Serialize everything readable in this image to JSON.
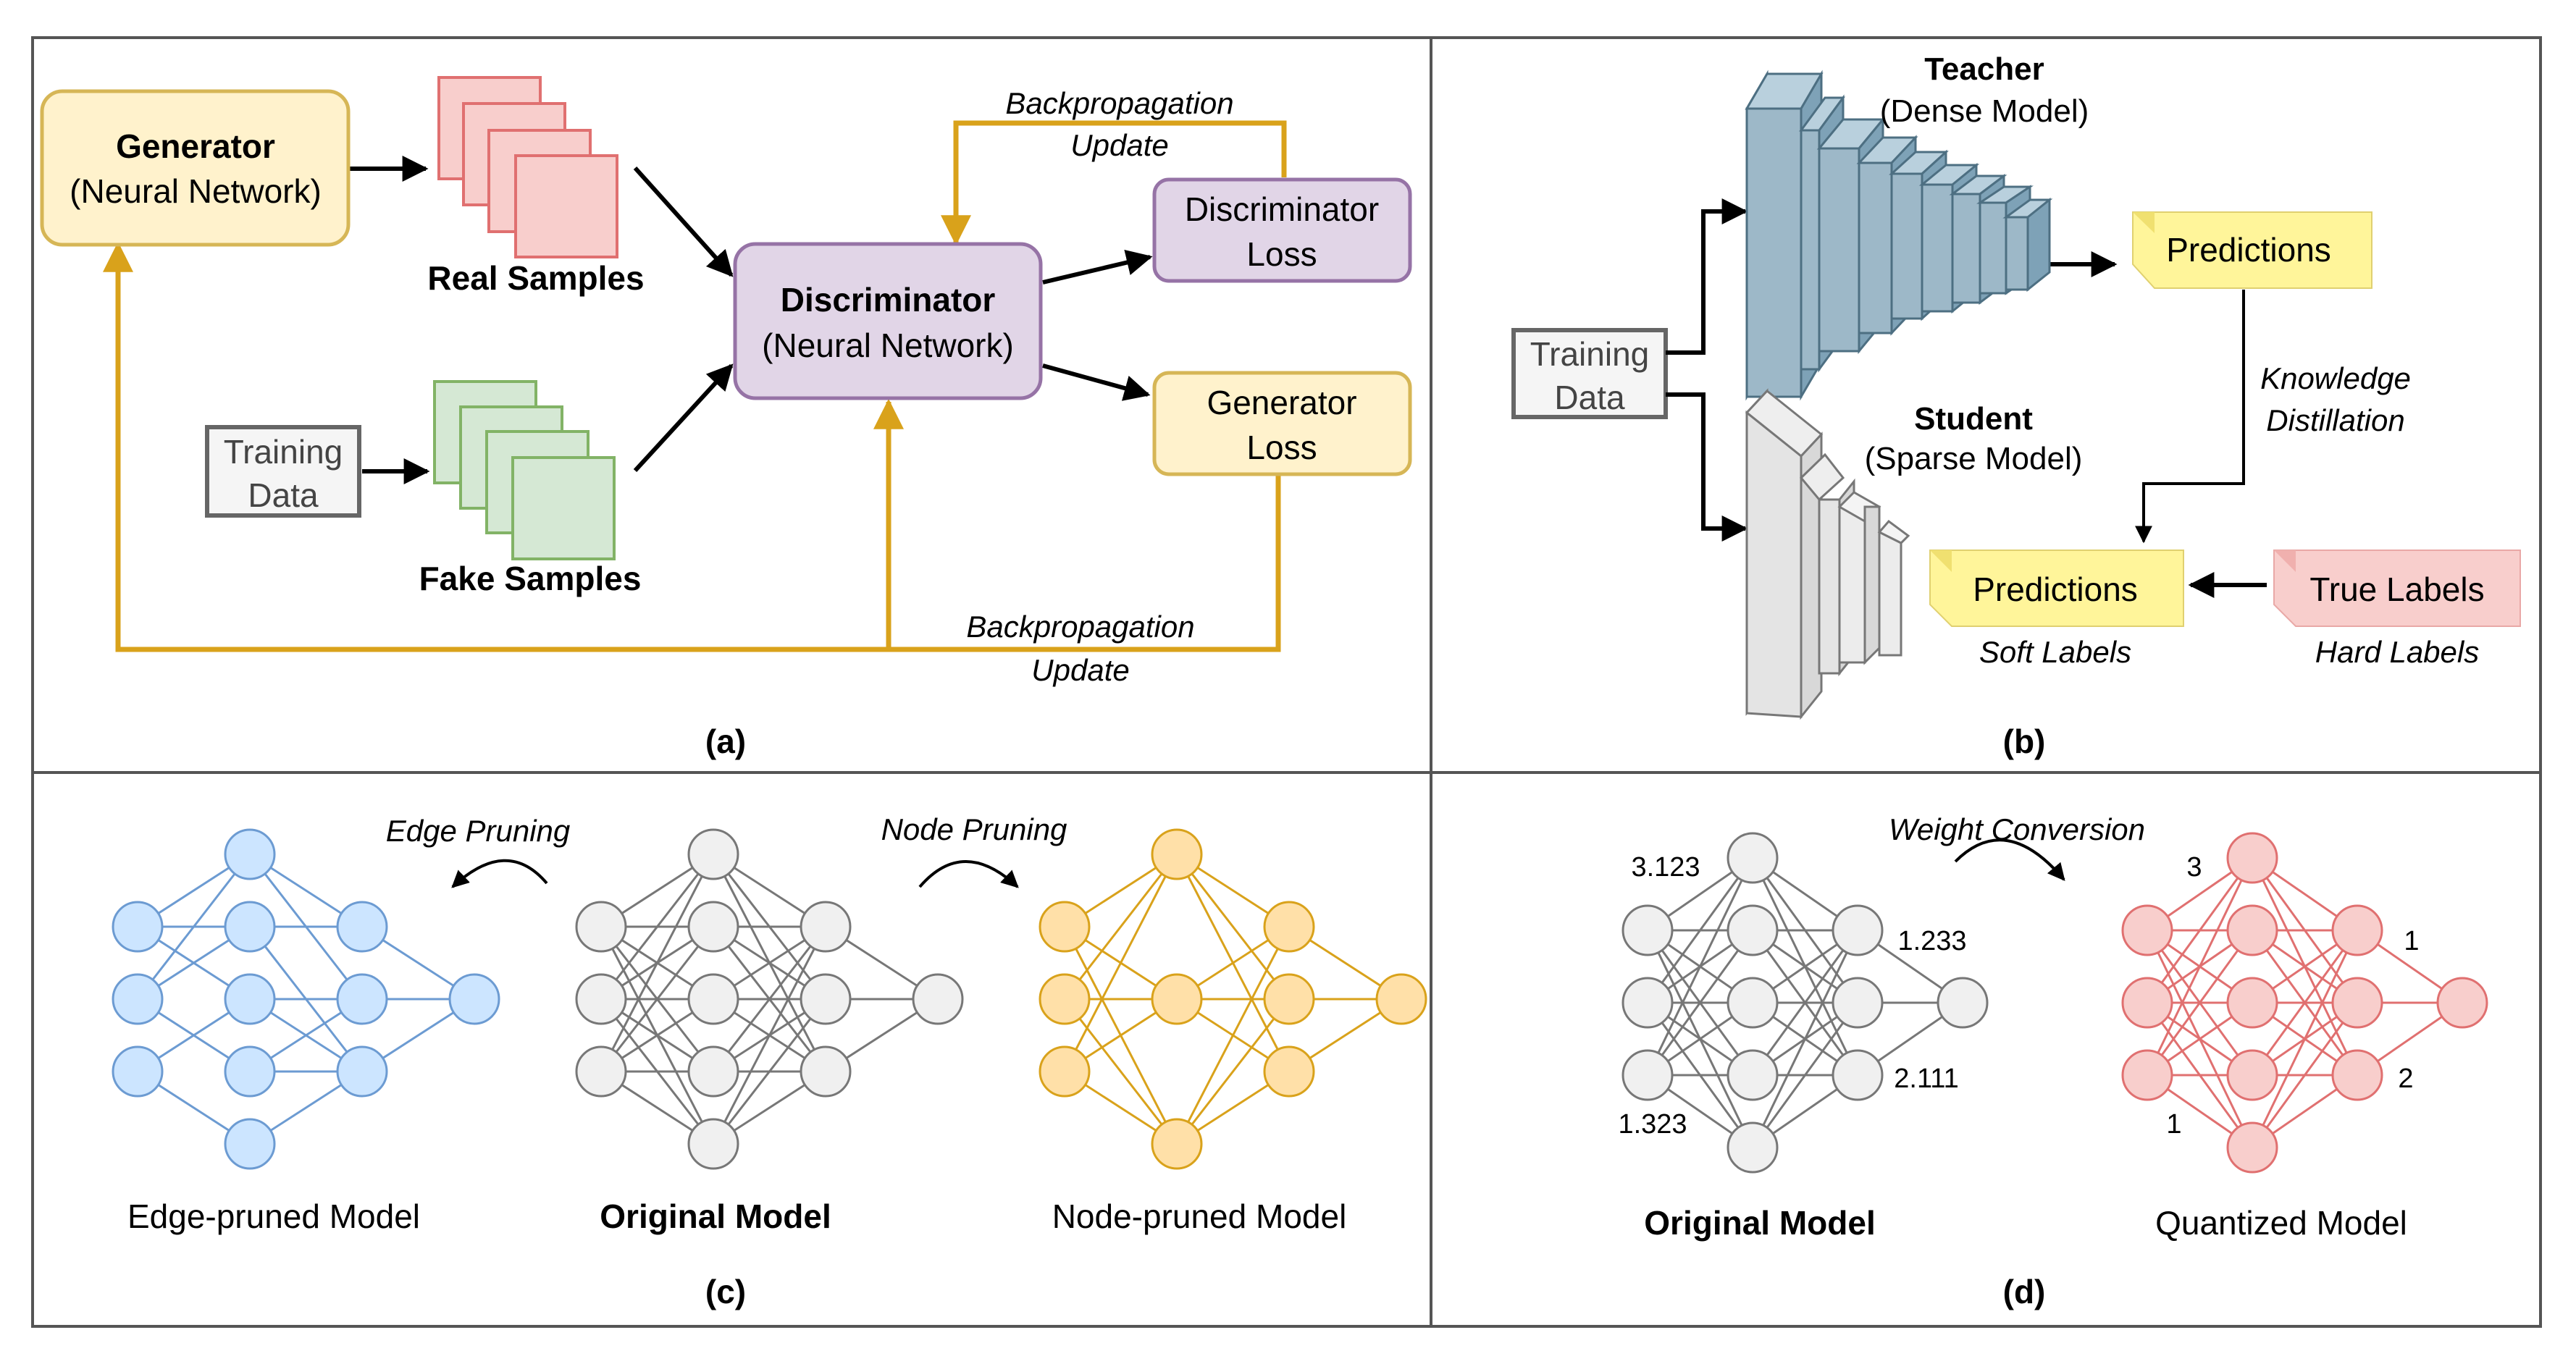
{
  "panel_a": {
    "caption": "(a)",
    "generator_title": "Generator",
    "generator_sub": "(Neural Network)",
    "real_samples": "Real Samples",
    "fake_samples": "Fake Samples",
    "training_data_l1": "Training",
    "training_data_l2": "Data",
    "discriminator_title": "Discriminator",
    "discriminator_sub": "(Neural Network)",
    "disc_loss_l1": "Discriminator",
    "disc_loss_l2": "Loss",
    "gen_loss_l1": "Generator",
    "gen_loss_l2": "Loss",
    "backprop_top_l1": "Backpropagation",
    "backprop_top_l2": "Update",
    "backprop_bottom_l1": "Backpropagation",
    "backprop_bottom_l2": "Update"
  },
  "panel_b": {
    "caption": "(b)",
    "teacher": "Teacher",
    "teacher_sub": "(Dense Model)",
    "student": "Student",
    "student_sub": "(Sparse Model)",
    "training_data_l1": "Training",
    "training_data_l2": "Data",
    "predictions_top": "Predictions",
    "knowledge_l1": "Knowledge",
    "knowledge_l2": "Distillation",
    "predictions_bottom": "Predictions",
    "soft_labels": "Soft Labels",
    "true_labels": "True Labels",
    "hard_labels": "Hard Labels"
  },
  "panel_c": {
    "caption": "(c)",
    "edge_pruning": "Edge Pruning",
    "node_pruning": "Node Pruning",
    "edge_model": "Edge-pruned Model",
    "original_model": "Original Model",
    "node_model": "Node-pruned Model"
  },
  "panel_d": {
    "caption": "(d)",
    "weight_conversion": "Weight Conversion",
    "original_model": "Original Model",
    "quantized_model": "Quantized Model",
    "w_orig_1": "3.123",
    "w_orig_2": "1.233",
    "w_orig_3": "2.111",
    "w_orig_4": "1.323",
    "w_quant_1": "3",
    "w_quant_2": "1",
    "w_quant_3": "2",
    "w_quant_4": "1"
  },
  "colors": {
    "yellow_fill": "#fff2cc",
    "yellow_stroke": "#d6b656",
    "purple_fill": "#e1d5e7",
    "purple_stroke": "#9673a6",
    "red_fill": "#f8cecc",
    "red_stroke": "#e07070",
    "green_fill": "#d5e8d4",
    "green_stroke": "#82b366",
    "arrow_orange": "#d9a21b",
    "blue_fill": "#cce5ff",
    "blue_stroke": "#6c9bd2",
    "teacher_fill": "#9db8c8",
    "teacher_stroke": "#4d6f82",
    "grey_fill": "#f0f0f0",
    "grey_stroke": "#777777",
    "node_yellow_fill": "#ffe0a8",
    "node_yellow_stroke": "#d9a21b",
    "note_yellow": "#fff59a"
  }
}
